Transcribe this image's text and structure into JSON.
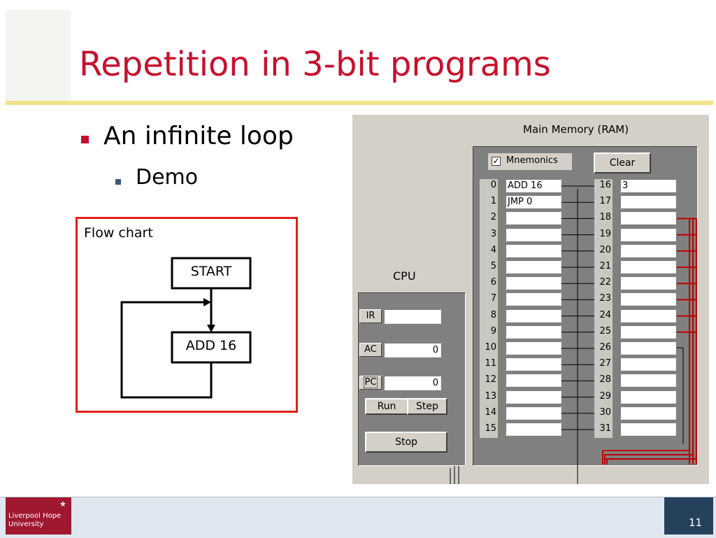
{
  "slide": {
    "title": "Repetition in 3-bit programs",
    "bullets": [
      {
        "text": "An infinite loop",
        "sub": [
          "Demo"
        ]
      }
    ],
    "page_number": "11"
  },
  "flowchart": {
    "caption": "Flow chart",
    "boxes": [
      "START",
      "ADD 16"
    ]
  },
  "simulator": {
    "memory_title": "Main Memory (RAM)",
    "mnemonics_label": "Mnemonics",
    "mnemonics_checked": true,
    "clear_label": "Clear",
    "memory_left": [
      {
        "addr": "0",
        "value": "ADD 16"
      },
      {
        "addr": "1",
        "value": "JMP 0"
      },
      {
        "addr": "2",
        "value": ""
      },
      {
        "addr": "3",
        "value": ""
      },
      {
        "addr": "4",
        "value": ""
      },
      {
        "addr": "5",
        "value": ""
      },
      {
        "addr": "6",
        "value": ""
      },
      {
        "addr": "7",
        "value": ""
      },
      {
        "addr": "8",
        "value": ""
      },
      {
        "addr": "9",
        "value": ""
      },
      {
        "addr": "10",
        "value": ""
      },
      {
        "addr": "11",
        "value": ""
      },
      {
        "addr": "12",
        "value": ""
      },
      {
        "addr": "13",
        "value": ""
      },
      {
        "addr": "14",
        "value": ""
      },
      {
        "addr": "15",
        "value": ""
      }
    ],
    "memory_right": [
      {
        "addr": "16",
        "value": "3"
      },
      {
        "addr": "17",
        "value": ""
      },
      {
        "addr": "18",
        "value": ""
      },
      {
        "addr": "19",
        "value": ""
      },
      {
        "addr": "20",
        "value": ""
      },
      {
        "addr": "21",
        "value": ""
      },
      {
        "addr": "22",
        "value": ""
      },
      {
        "addr": "23",
        "value": ""
      },
      {
        "addr": "24",
        "value": ""
      },
      {
        "addr": "25",
        "value": ""
      },
      {
        "addr": "26",
        "value": ""
      },
      {
        "addr": "27",
        "value": ""
      },
      {
        "addr": "28",
        "value": ""
      },
      {
        "addr": "29",
        "value": ""
      },
      {
        "addr": "30",
        "value": ""
      },
      {
        "addr": "31",
        "value": ""
      }
    ],
    "cpu": {
      "title": "CPU",
      "registers": [
        {
          "label": "IR",
          "value": ""
        },
        {
          "label": "AC",
          "value": "0"
        },
        {
          "label": "PC",
          "value": "0"
        }
      ],
      "run_label": "Run",
      "step_label": "Step",
      "stop_label": "Stop"
    }
  },
  "logo": {
    "line1": "Liverpool Hope",
    "line2": "University"
  },
  "colors": {
    "title": "#c8102e",
    "accent_rule": "#f0e488",
    "flow_frame": "#e0201a",
    "wire_red": "#c00000",
    "footer_bar": "#dfe7f0",
    "logo_bg": "#a01830",
    "page_box": "#26415c"
  }
}
